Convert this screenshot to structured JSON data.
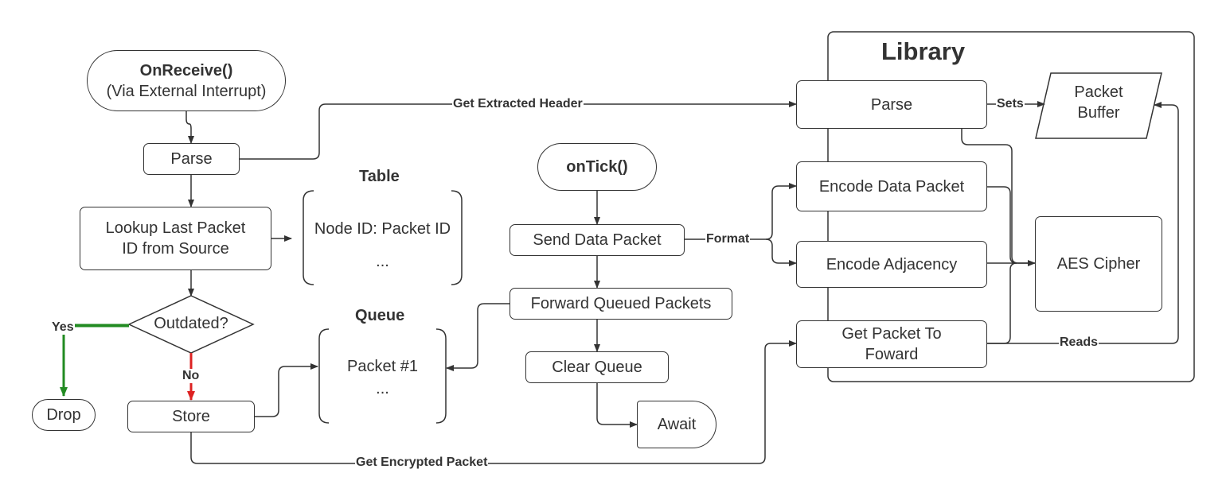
{
  "library": {
    "title": "Library"
  },
  "on_receive": {
    "title": "OnReceive()",
    "subtitle": "(Via External Interrupt)"
  },
  "parse_left": "Parse",
  "lookup": {
    "line1": "Lookup Last Packet",
    "line2": "ID from Source"
  },
  "outdated": "Outdated?",
  "drop": "Drop",
  "store": "Store",
  "table": {
    "title": "Table",
    "row1": "Node ID: Packet ID",
    "row2": "..."
  },
  "queue": {
    "title": "Queue",
    "row1": "Packet #1",
    "row2": "..."
  },
  "on_tick": "onTick()",
  "send_data_packet": "Send Data Packet",
  "forward_queued": "Forward Queued Packets",
  "clear_queue": "Clear Queue",
  "await": "Await",
  "parse_lib": "Parse",
  "packet_buffer": {
    "line1": "Packet",
    "line2": "Buffer"
  },
  "encode_data": "Encode Data Packet",
  "encode_adjacency": "Encode Adjacency",
  "aes_cipher": "AES Cipher",
  "get_packet": {
    "line1": "Get Packet To",
    "line2": "Foward"
  },
  "edge_labels": {
    "get_extracted_header": "Get Extracted Header",
    "sets": "Sets",
    "format": "Format",
    "yes": "Yes",
    "no": "No",
    "reads": "Reads",
    "get_encrypted_packet": "Get Encrypted Packet"
  },
  "colors": {
    "line": "#333333",
    "yes": "#228b22",
    "no": "#dd2222"
  }
}
